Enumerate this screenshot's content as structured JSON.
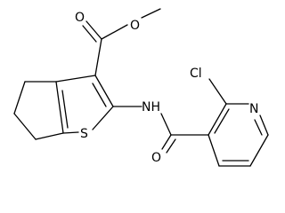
{
  "molecule": {
    "atom_labels": {
      "ester_oxygen_carbonyl": "O",
      "ester_oxygen_ether": "O",
      "amide_nitrogen": "NH",
      "amide_oxygen": "O",
      "ring_sulfur": "S",
      "pyridine_nitrogen": "N",
      "chlorine": "Cl"
    },
    "colors": {
      "bond": "#000000",
      "label": "#000000",
      "background": "#ffffff"
    }
  }
}
